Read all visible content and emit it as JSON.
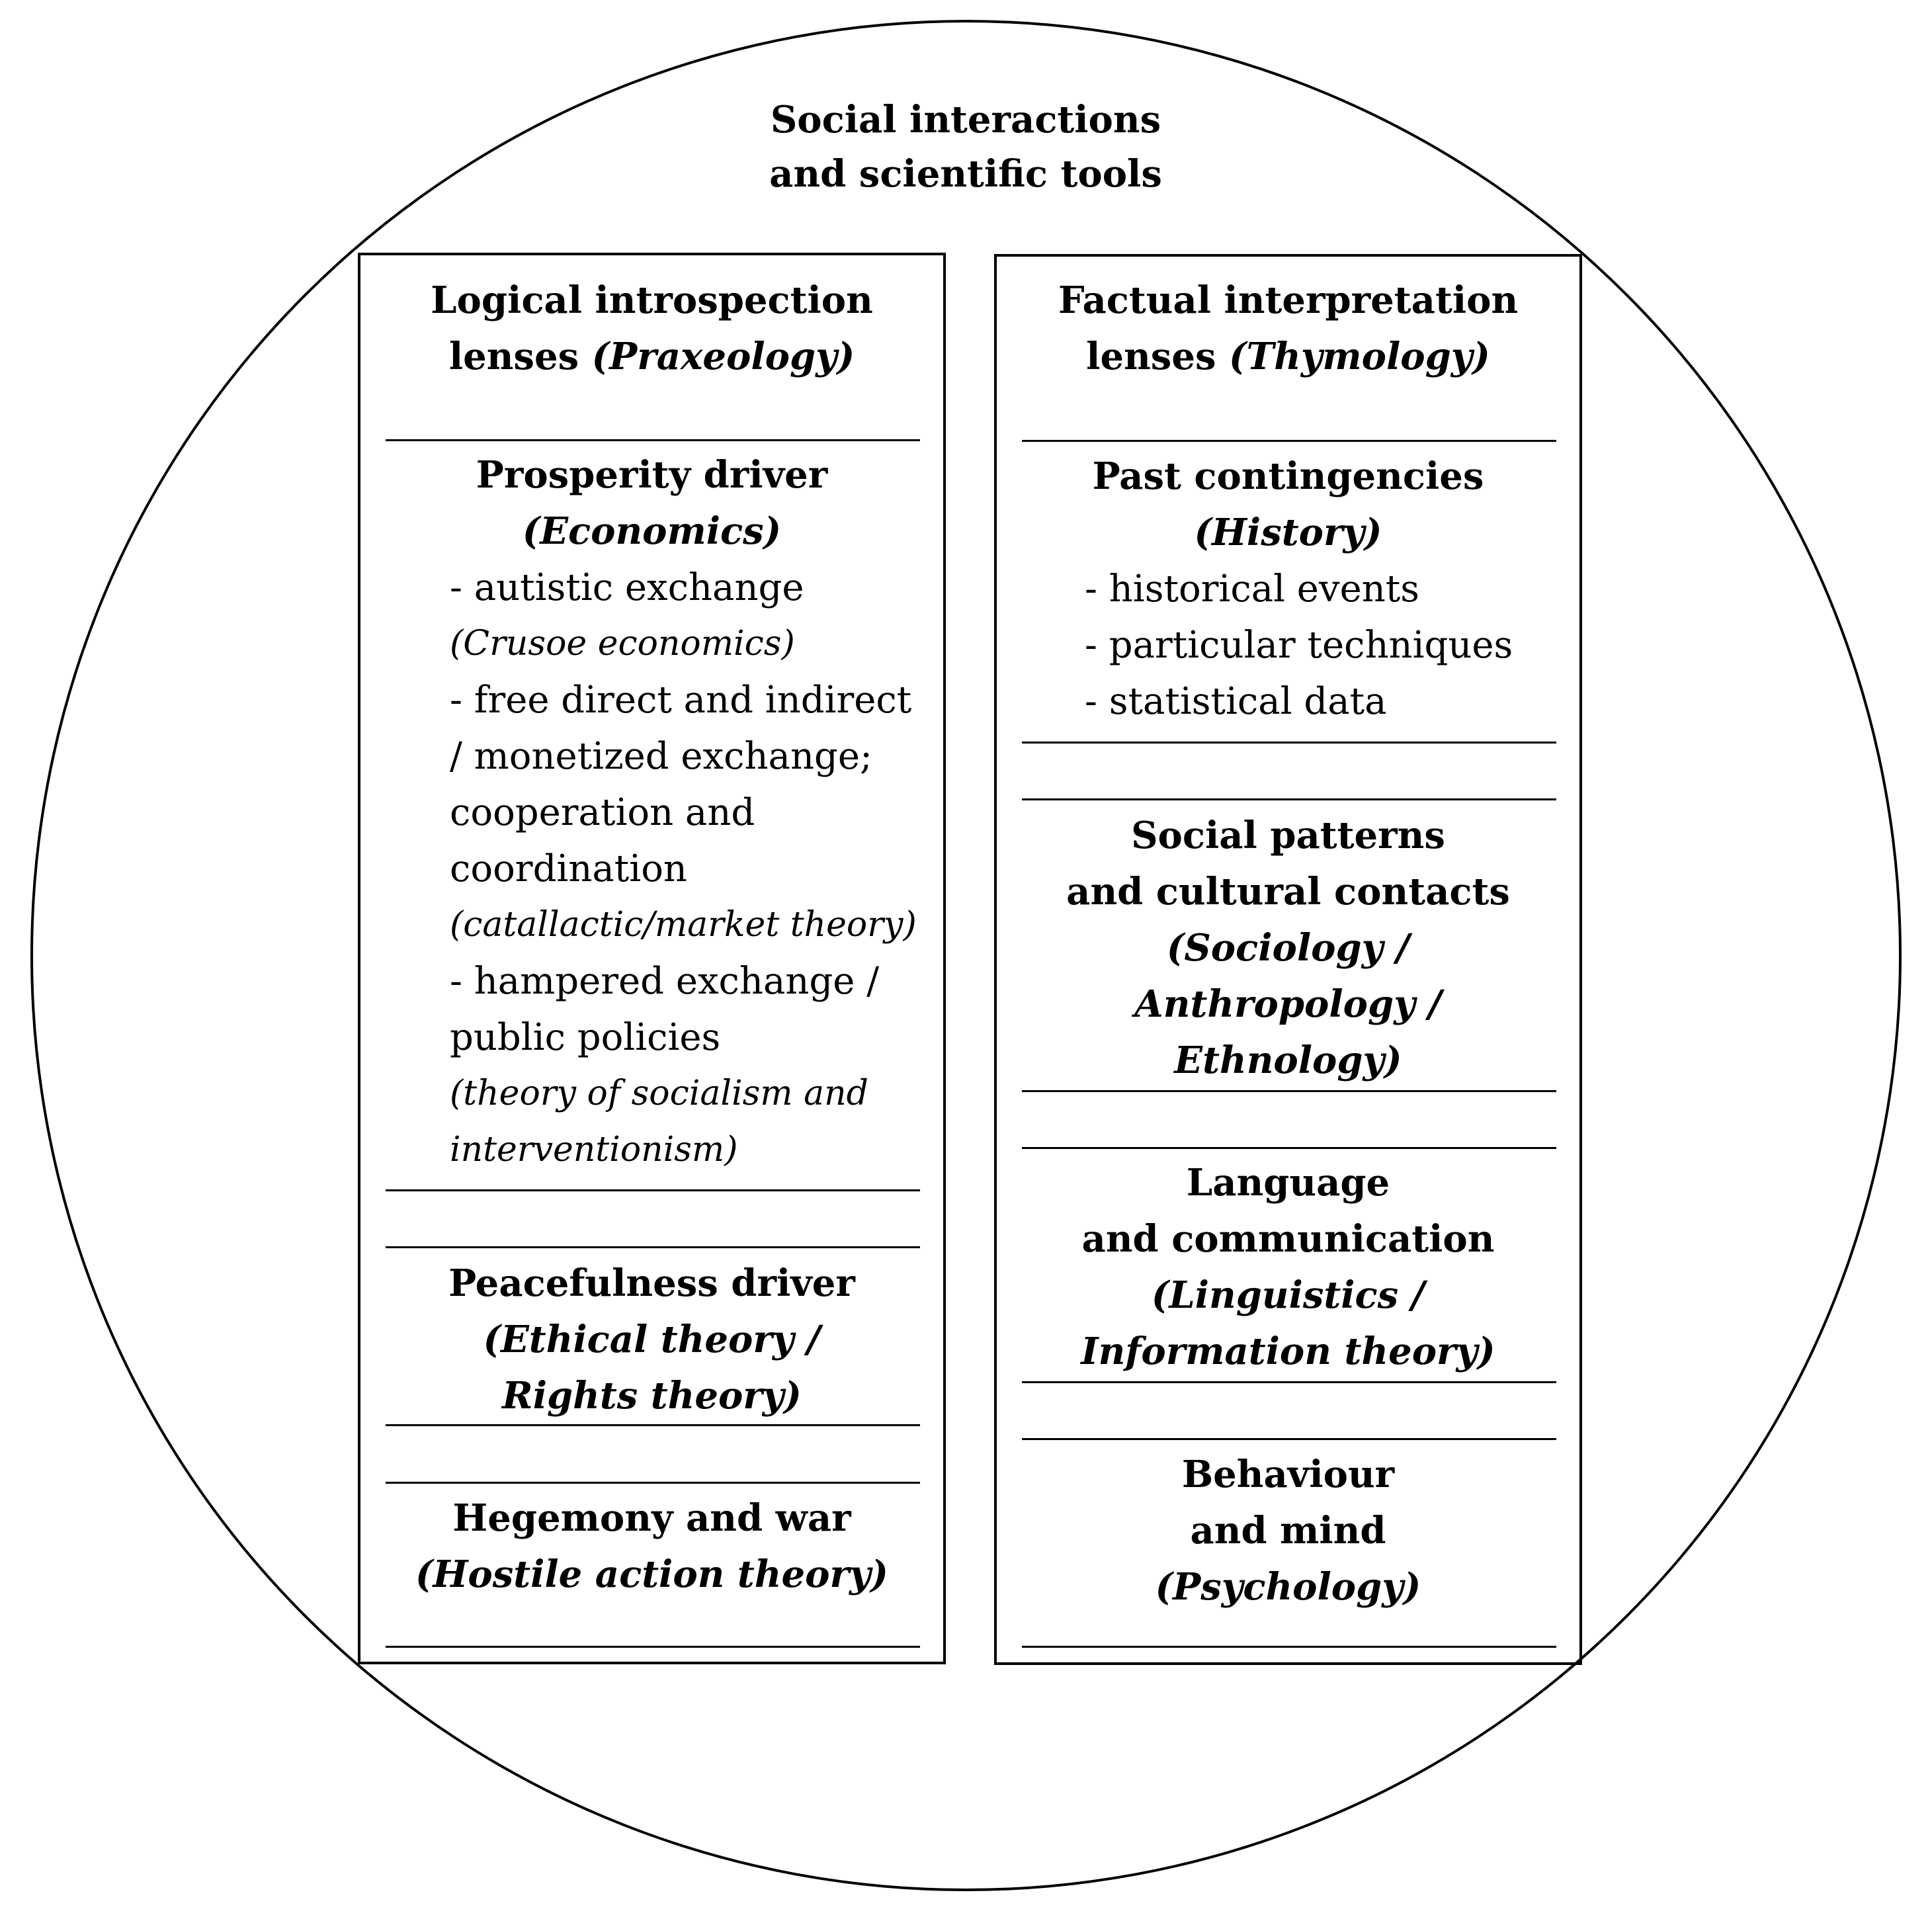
{
  "title": {
    "line1": "Social interactions",
    "line2": "and scientific tools"
  },
  "left_column": {
    "header": {
      "line1": "Logical introspection",
      "line2_prefix": "lenses ",
      "line2_italic": "(Praxeology)"
    },
    "sections": [
      {
        "title": "Prosperity driver",
        "subtitle": "(Economics)",
        "items": [
          {
            "text": "- autistic exchange",
            "style": "normal"
          },
          {
            "text": "(Crusoe economics)",
            "style": "italic"
          },
          {
            "text": "- free direct and indirect",
            "style": "normal"
          },
          {
            "text": "/ monetized exchange;",
            "style": "normal"
          },
          {
            "text": "cooperation and",
            "style": "normal"
          },
          {
            "text": "coordination",
            "style": "normal"
          },
          {
            "text": "(catallactic/market theory)",
            "style": "italic"
          },
          {
            "text": "- hampered exchange /",
            "style": "normal"
          },
          {
            "text": "public policies",
            "style": "normal"
          },
          {
            "text": "(theory of socialism and",
            "style": "italic"
          },
          {
            "text": "interventionism)",
            "style": "italic"
          }
        ]
      },
      {
        "title": "Peacefulness driver",
        "subtitle_lines": [
          "(Ethical theory /",
          "Rights theory)"
        ]
      },
      {
        "title": "Hegemony and war",
        "subtitle_lines": [
          "(Hostile action theory)"
        ]
      }
    ]
  },
  "right_column": {
    "header": {
      "line1": "Factual interpretation",
      "line2_prefix": "lenses ",
      "line2_italic": "(Thymology)"
    },
    "sections": [
      {
        "title": "Past contingencies",
        "subtitle": "(History)",
        "items": [
          {
            "text": "- historical events",
            "style": "normal"
          },
          {
            "text": "- particular techniques",
            "style": "normal"
          },
          {
            "text": "- statistical data",
            "style": "normal"
          }
        ]
      },
      {
        "title_lines": [
          "Social patterns",
          "and cultural contacts"
        ],
        "subtitle_lines": [
          "(Sociology /",
          "Anthropology /",
          "Ethnology)"
        ]
      },
      {
        "title_lines": [
          "Language",
          "and communication"
        ],
        "subtitle_lines": [
          "(Linguistics /",
          "Information theory)"
        ]
      },
      {
        "title_lines": [
          "Behaviour",
          "and mind"
        ],
        "subtitle_lines": [
          "(Psychology)"
        ]
      }
    ]
  }
}
